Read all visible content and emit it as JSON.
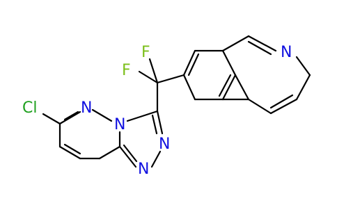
{
  "molecule": {
    "atoms": {
      "chlorine": "Cl",
      "fluorine_upper": "F",
      "fluorine_lower": "F",
      "nitrogen_pyridazine": "N",
      "nitrogen_bridge": "N",
      "nitrogen_triazole_right": "N",
      "nitrogen_triazole_bottom": "N",
      "nitrogen_quinoline": "N"
    },
    "colors": {
      "bond": "#000000",
      "chlorine": "#1fa01f",
      "fluorine": "#7bbf1a",
      "nitrogen": "#1010e0"
    }
  }
}
